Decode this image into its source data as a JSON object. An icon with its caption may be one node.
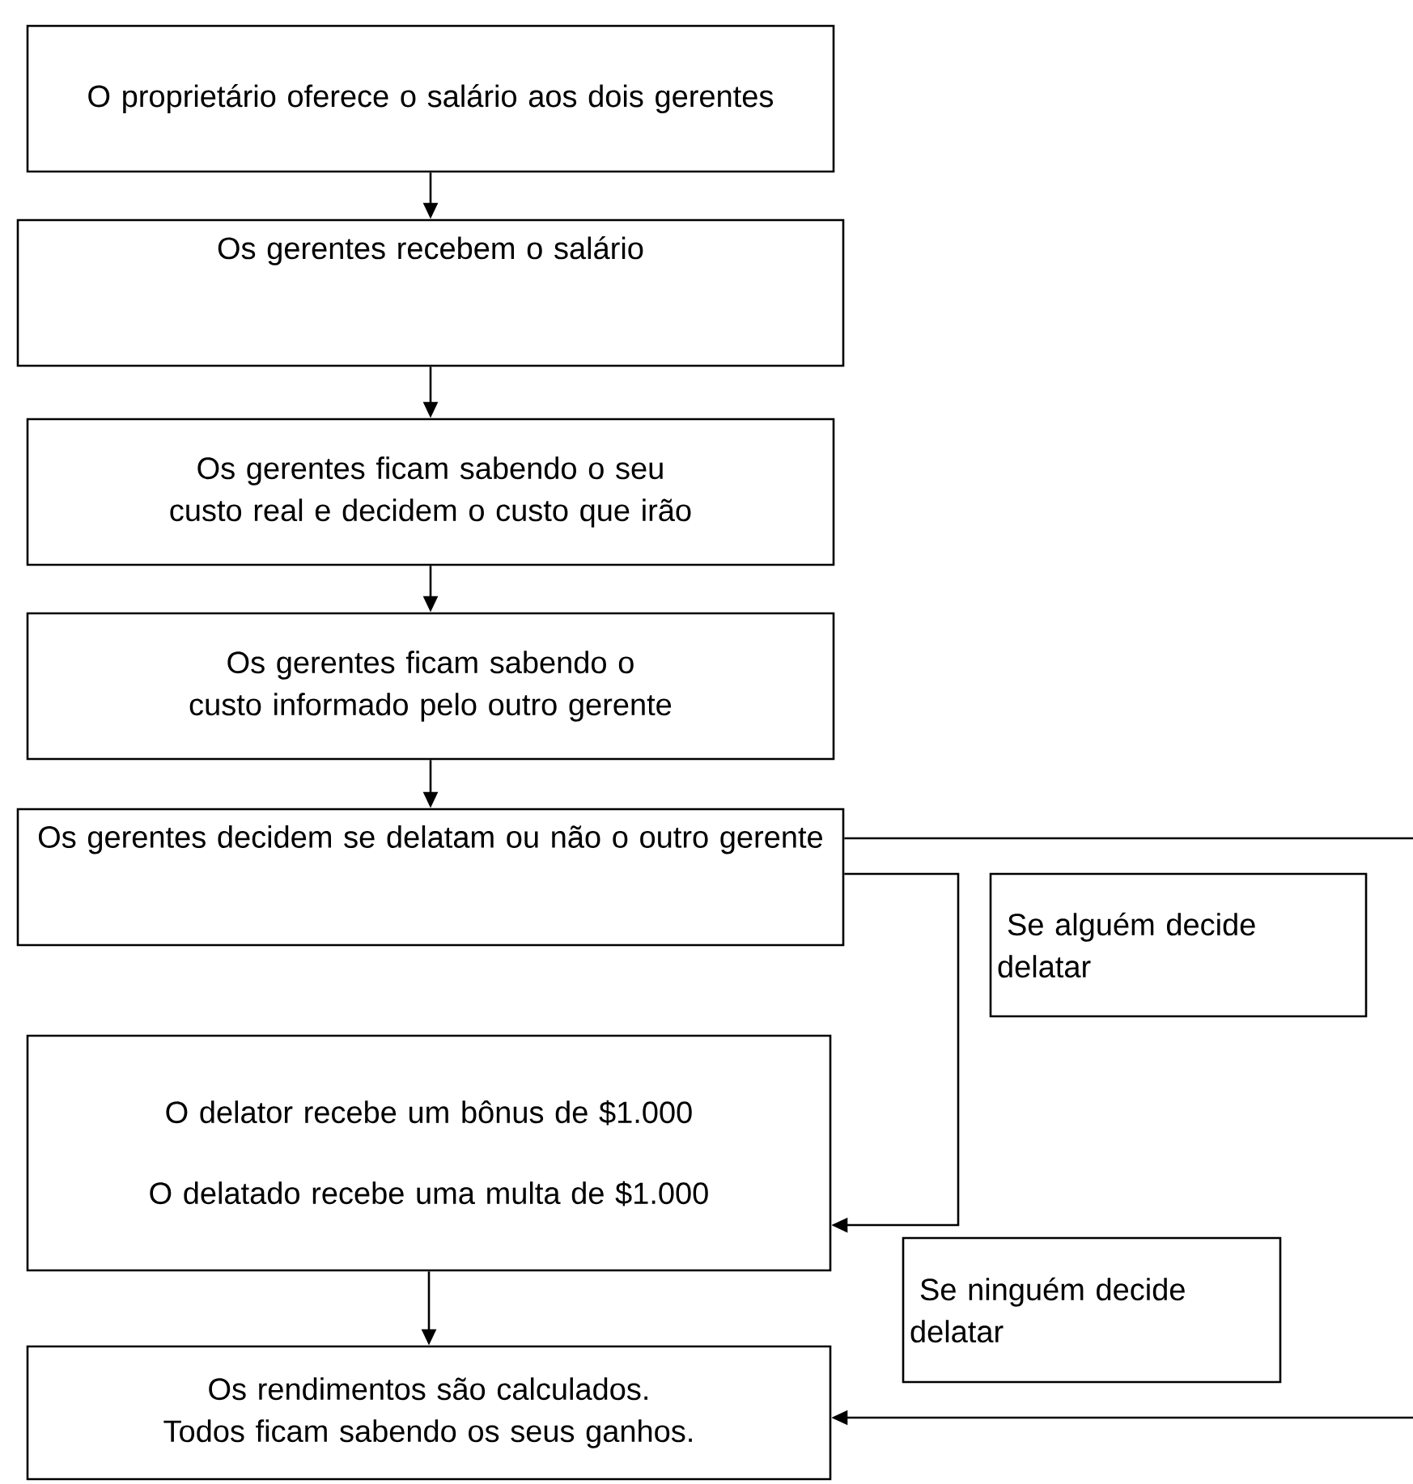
{
  "diagram": {
    "nodes": [
      {
        "text": [
          "O proprietário oferece o salário aos dois gerentes"
        ]
      },
      {
        "text": [
          "Os gerentes recebem o salário"
        ]
      },
      {
        "text": [
          "Os gerentes ficam sabendo o seu custo real e decidem o custo que irão"
        ]
      },
      {
        "text": [
          "Os gerentes ficam sabendo o custo informado pelo outro gerente"
        ]
      },
      {
        "text": [
          "Os gerentes decidem se delatam ou não o outro gerente"
        ]
      },
      {
        "text": [
          "Se alguém decide delatar"
        ]
      },
      {
        "text": [
          "O delator recebe um bônus de $1.000",
          "O delatado recebe uma multa de $1.000"
        ]
      },
      {
        "text": [
          "Se ninguém decide delatar"
        ]
      },
      {
        "text": [
          "Os rendimentos são calculados. Todos ficam sabendo os seus ganhos."
        ]
      }
    ],
    "edges": [
      {
        "from": 0,
        "to": 1,
        "arrow": "to"
      },
      {
        "from": 1,
        "to": 2,
        "arrow": "to"
      },
      {
        "from": 2,
        "to": 3,
        "arrow": "to"
      },
      {
        "from": 3,
        "to": 4,
        "arrow": "to"
      },
      {
        "from": 4,
        "to": 6,
        "arrow": "to"
      },
      {
        "from": 6,
        "to": 8,
        "arrow": "to"
      },
      {
        "from": 4,
        "to": 8,
        "arrow": "to"
      }
    ]
  }
}
